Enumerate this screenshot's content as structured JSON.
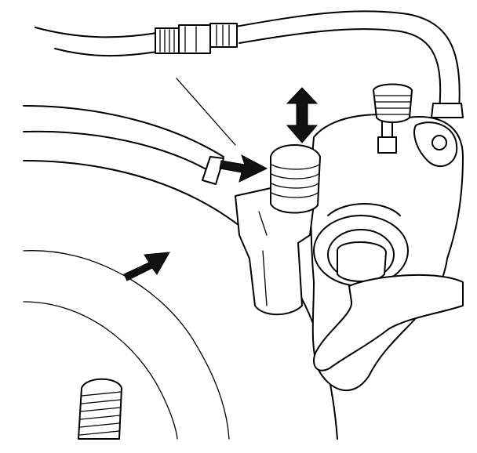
{
  "illustration": {
    "subject": "brake-caliper-with-hose-and-disc",
    "colors": {
      "line": "#000000",
      "background": "#ffffff",
      "arrow": "#111111"
    },
    "arrows": [
      "pointer-arrow-to-boot",
      "pointer-arrow-to-disc",
      "double-arrow-vertical"
    ]
  }
}
